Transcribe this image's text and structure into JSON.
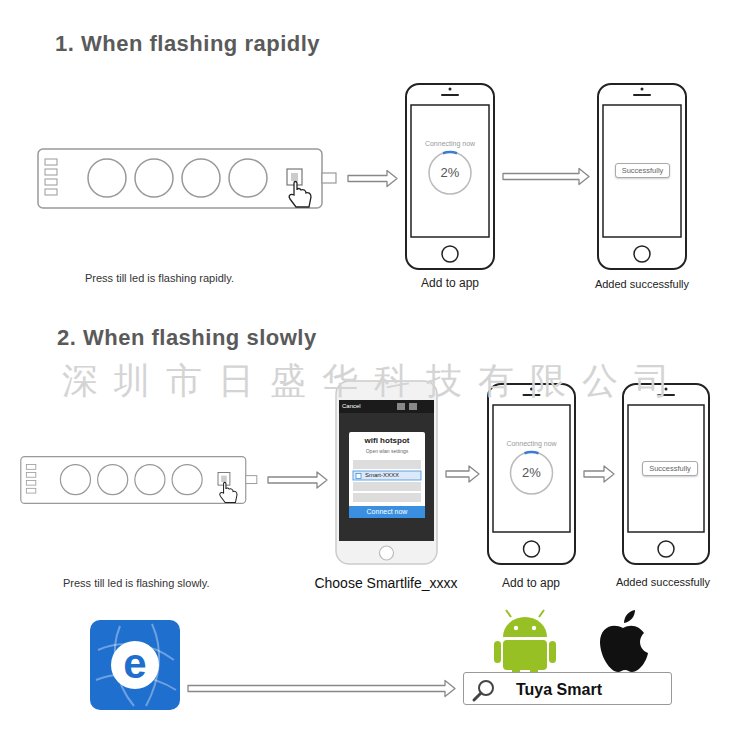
{
  "diagram": {
    "nodes": [
      {
        "text": [
          "Press till led is flashing rapidly."
        ]
      },
      {
        "text": [
          "Connecting now",
          "2%",
          "Add to app"
        ]
      },
      {
        "text": [
          "Added successfully"
        ]
      },
      {
        "text": [
          "Successfully"
        ],
        "in": 2
      },
      {
        "text": [
          "Press till led is flashing slowly."
        ]
      },
      {
        "text": [
          "Cancel",
          "wifi hotspot",
          "Open wlan settings",
          "Smart-XXXX",
          "Connect now",
          "Choose Smartlife_xxxx"
        ]
      },
      {
        "text": [
          "Connecting now",
          "2%",
          "Add to app"
        ]
      },
      {
        "text": [
          "Added successfully"
        ]
      },
      {
        "text": [
          "Successfully"
        ],
        "in": 7
      },
      {
        "text": [
          "e"
        ]
      },
      {
        "text": [
          "Tuya Smart"
        ]
      }
    ],
    "edges": [
      {
        "from": 0,
        "to": 1,
        "arrow": "to"
      },
      {
        "from": 1,
        "to": 2,
        "arrow": "to"
      },
      {
        "from": 4,
        "to": 5,
        "arrow": "to"
      },
      {
        "from": 5,
        "to": 6,
        "arrow": "to"
      },
      {
        "from": 6,
        "to": 7,
        "arrow": "to"
      },
      {
        "from": 9,
        "to": 10,
        "arrow": "to"
      }
    ],
    "labels": [
      "1. When flashing rapidly",
      "2. When flashing slowly",
      "深圳市日盛华科技有限公司"
    ]
  }
}
